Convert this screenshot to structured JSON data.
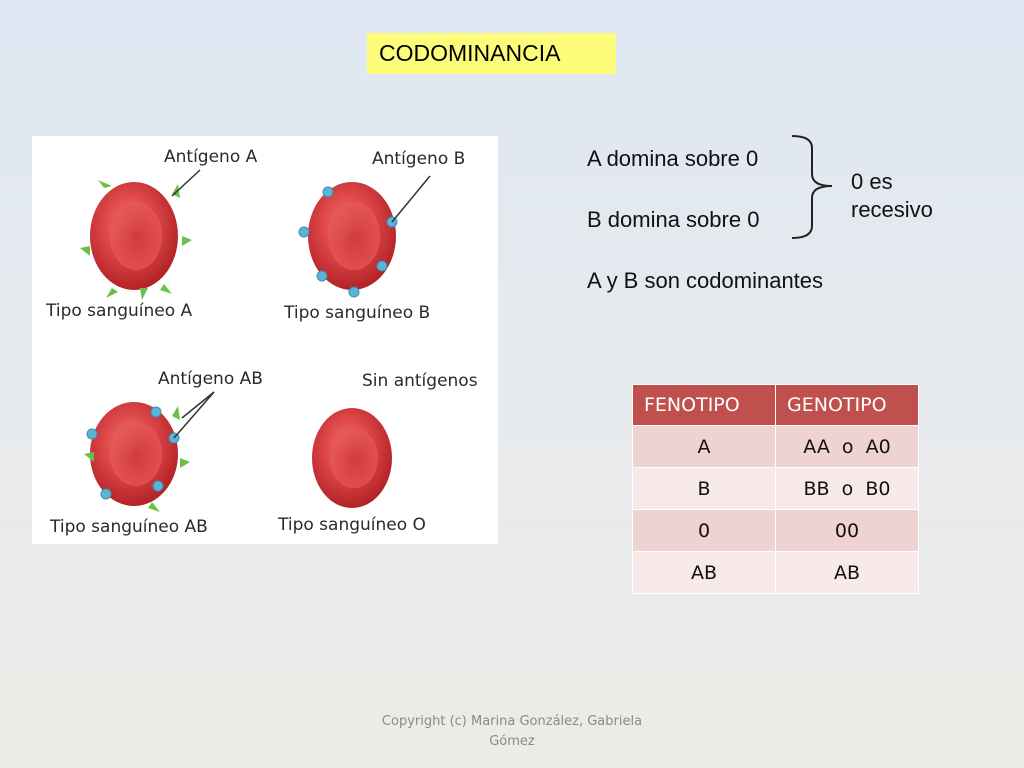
{
  "title": "CODOMINANCIA",
  "figure": {
    "labels": {
      "antigen_a": "Antígeno A",
      "antigen_b": "Antígeno B",
      "antigen_ab": "Antígeno AB",
      "no_antigens": "Sin antígenos",
      "type_a": "Tipo sanguíneo A",
      "type_b": "Tipo sanguíneo B",
      "type_ab": "Tipo sanguíneo AB",
      "type_o": "Tipo sanguíneo O"
    },
    "colors": {
      "cell": "#d8383c",
      "antigen_a": "#6cc04a",
      "antigen_b": "#5ab4d6"
    }
  },
  "rules": {
    "a_dominates": "A domina sobre 0",
    "b_dominates": "B domina sobre 0",
    "codominant": "A y B son codominantes",
    "recessive_line1": "0 es",
    "recessive_line2": "recesivo"
  },
  "table": {
    "headers": [
      "FENOTIPO",
      "GENOTIPO"
    ],
    "rows": [
      [
        "A",
        "AA  o  A0"
      ],
      [
        "B",
        "BB  o  B0"
      ],
      [
        "0",
        "00"
      ],
      [
        "AB",
        "AB"
      ]
    ],
    "header_color": "#c0504d"
  },
  "copyright": {
    "line1": "Copyright (c) Marina González, Gabriela",
    "line2": "Gómez"
  }
}
